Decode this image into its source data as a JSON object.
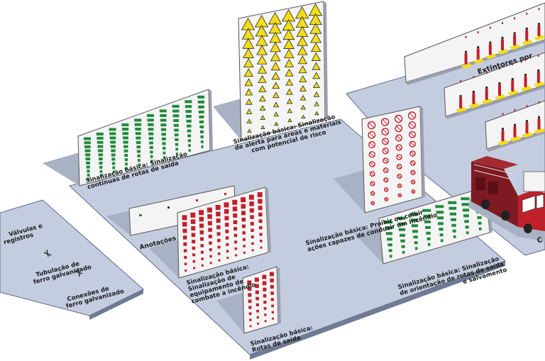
{
  "scene": {
    "background": "#ffffff",
    "floor_color": "#c4cde0",
    "floor_edge_color": "#5d6a83",
    "shadow_color": "#a9b2c4",
    "panel_color": "#f4f4f4",
    "colors": {
      "green": "#1f8a3b",
      "red": "#c0202a",
      "yellow": "#f2dd1b",
      "dark": "#222222",
      "maroon": "#7e1a22"
    }
  },
  "labels": {
    "green_exit": {
      "line1": "Sinalização básica: Sinalização",
      "line2": "contínuas de rotas de saída"
    },
    "yellow_alert": {
      "line1": "Sinalização básica: Sinalização",
      "line2": "de alerta para áreas e materiais",
      "line3": "com potencial de risco"
    },
    "prohibit": {
      "line1": "Sinalização básica: Proibir ou coibir",
      "line2": "ações capazes de conduzir um incêndio"
    },
    "orientation": {
      "line1": "Sinalização básica: Sinalização",
      "line2": "de orientação de rotas de saída",
      "line3": "e salvamento"
    },
    "annotations": {
      "line1": "Anotações"
    },
    "equipment": {
      "line1": "Sinalização básica:",
      "line2": "Sinalização de",
      "line3": "equipamento de",
      "line4": "combate a incêndio"
    },
    "exit_routes": {
      "line1": "Sinalização básica:",
      "line2": "Rotas de saída"
    },
    "valves": {
      "line1": "Válvulas e",
      "line2": "registros"
    },
    "pipe": {
      "line1": "Tubulação de",
      "line2": "ferro galvanizado"
    },
    "fittings": {
      "line1": "Conexões de",
      "line2": "ferro galvanizado"
    },
    "extinguishers": {
      "line1": "Extintores por"
    },
    "right_cut": {
      "line1": "C"
    }
  }
}
